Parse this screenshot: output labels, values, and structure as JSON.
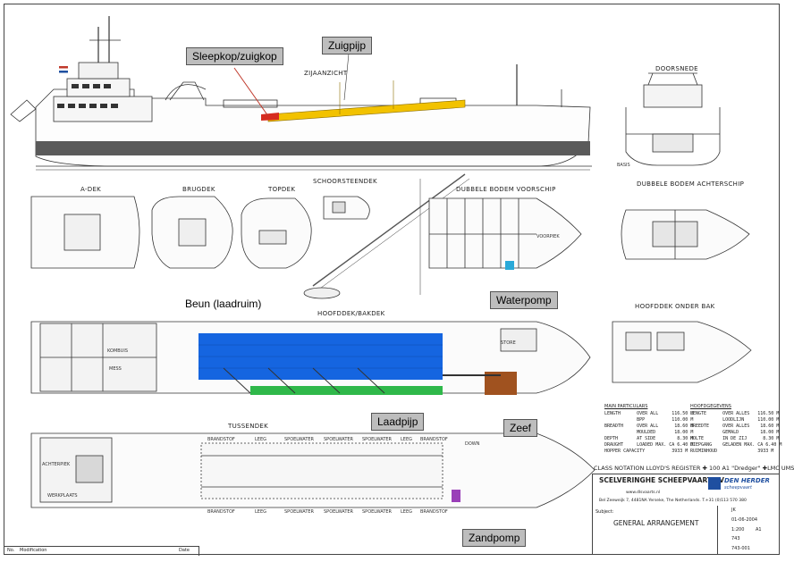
{
  "callouts": {
    "sleepkop": "Sleepkop/zuigkop",
    "zuigpijp": "Zuigpijp",
    "beun": "Beun (laadruim)",
    "waterpomp": "Waterpomp",
    "laadpijp": "Laadpijp",
    "zeef": "Zeef",
    "zandpomp": "Zandpomp"
  },
  "views": {
    "zijaanzicht": "ZIJAANZICHT",
    "doorsnede": "DOORSNEDE",
    "a_dek": "A-DEK",
    "brugdek": "BRUGDEK",
    "topdek": "TOPDEK",
    "schoorsteendek": "SCHOORSTEENDEK",
    "dubbele_bodem_voorschip": "DUBBELE BODEM VOORSCHIP",
    "dubbele_bodem_achterschip": "DUBBELE BODEM ACHTERSCHIP",
    "hoofddek_bakdek": "HOOFDDEK/BAKDEK",
    "hoofddek_onder_bak": "HOOFDDEK ONDER BAK",
    "tussendek": "TUSSENDEK"
  },
  "tanks_top": [
    "BRANDSTOF",
    "LEEG",
    "SPOELWATER",
    "SPOELWATER",
    "SPOELWATER",
    "LEEG",
    "BRANDSTOF"
  ],
  "tanks_bottom": [
    "BRANDSTOF",
    "LEEG",
    "SPOELWATER",
    "SPOELWATER",
    "SPOELWATER",
    "LEEG",
    "BRANDSTOF"
  ],
  "small_labels": {
    "achterpiek": "ACHTERPIEK",
    "werkplaats": "WERKPLAATS",
    "store": "STORE",
    "mess": "MESS",
    "kombuis": "KOMBUIS",
    "voorpiek": "VOORPIEK",
    "down": "DOWN",
    "basis": "BASIS"
  },
  "particulars": {
    "main_title": "MAIN PARTICULARS",
    "main_lines": "LENGTH      OVER ALL     116.50 M\n            BPP          110.00 M\nBREADTH     OVER ALL      18.60 M\n            MOULDED       18.00 M\nDEPTH       AT SIDE        8.30 M\nDRAUGHT     LOADED MAX. CA 6.40 M\nHOPPER CAPACITY          3933 M",
    "nl_title": "HOOFDGEGEVENS",
    "nl_lines": "LENGTE      OVER ALLES   116.50 M\n            LOODLIJN     110.00 M\nBREEDTE     OVER ALLES    18.60 M\n            GEMALD        18.00 M\nHOLTE       IN DE ZIJ      8.30 M\nDIEPGANG    GELADEN MAX. CA 6.40 M\nRUIMINHOUD               3933 M"
  },
  "class_notation": "CLASS NOTATION  LLOYD'S REGISTER ✚ 100 A1 \"Dredger\" ✚LMC UMS",
  "titleblock": {
    "company": "SCELVERINGHE SCHEEPVAART BV",
    "website": "www.dlsvaarts.nl",
    "address": "Bel Zeeweijk 7, 4481NA Yerseke, The Netherlands. T.+31 (0)113 570 380",
    "logo_text": "DEN HERDER",
    "logo_sub": "scheepvaart",
    "subject_label": "Subject:",
    "subject": "GENERAL ARRANGEMENT",
    "drawn": "JK",
    "date": "01-06-2004",
    "scale": "1:200",
    "sheet": "A1",
    "drawing_no": "743",
    "number": "743-001"
  },
  "footer": {
    "no": "No.",
    "modification": "Modification",
    "date": "Date"
  },
  "colors": {
    "hopper_blue": "#1565e0",
    "suction_pipe_yellow": "#f2c200",
    "discharge_pipe_green": "#2fb84a",
    "strainer_brown": "#a0521f",
    "waterpump_cyan": "#2aa9d8",
    "sandpump_purple": "#9a3fb8",
    "dredge_head_red": "#d62b1f"
  }
}
